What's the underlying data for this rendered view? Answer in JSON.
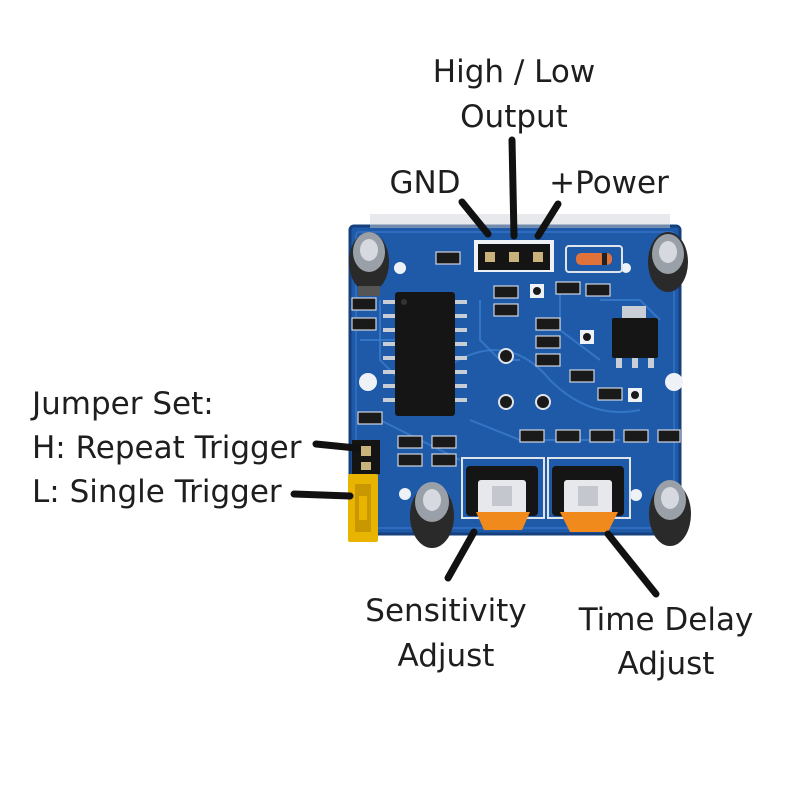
{
  "labels": {
    "output_line1": "High / Low",
    "output_line2": "Output",
    "gnd": "GND",
    "power": "+Power",
    "jumper_title": "Jumper Set:",
    "jumper_h": "H: Repeat Trigger",
    "jumper_l": "L: Single Trigger",
    "sensitivity_line1": "Sensitivity",
    "sensitivity_line2": "Adjust",
    "delay_line1": "Time Delay",
    "delay_line2": "Adjust"
  },
  "colors": {
    "pcb": "#1f5aa8",
    "pcb_dark": "#14407e",
    "trace": "#3c7fd0",
    "pad": "#dfe3ea",
    "chip": "#151515",
    "potentiometer_dial": "#f08a1c",
    "jumper": "#e8b400",
    "label_text": "#1e1e1e",
    "leader_line": "#111111"
  },
  "icons": {
    "board": "pir-sensor-pcb-icon",
    "ic": "ic-chip-icon",
    "capacitor": "electrolytic-capacitor-icon",
    "potentiometer": "potentiometer-icon",
    "jumper": "jumper-icon",
    "header": "pin-header-icon"
  }
}
